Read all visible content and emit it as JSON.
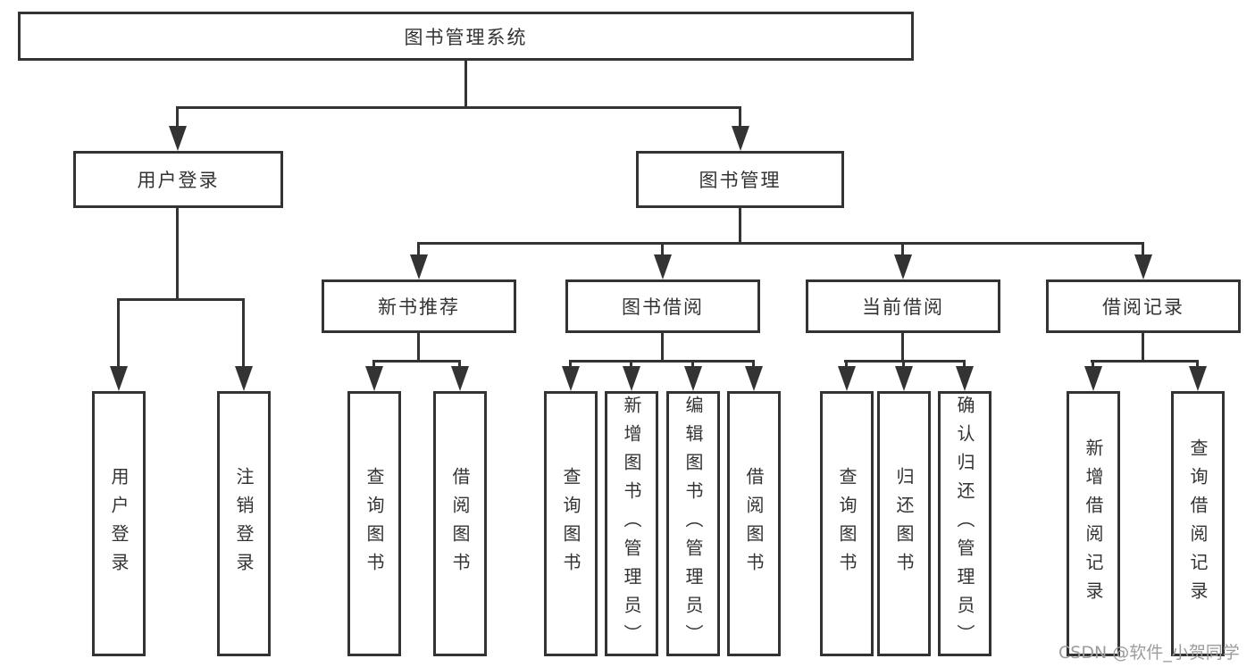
{
  "tree": {
    "label": "图书管理系统",
    "children": [
      {
        "label": "用户登录",
        "children": [
          {
            "label": "用户登录"
          },
          {
            "label": "注销登录"
          }
        ]
      },
      {
        "label": "图书管理",
        "children": [
          {
            "label": "新书推荐",
            "children": [
              {
                "label": "查询图书"
              },
              {
                "label": "借阅图书"
              }
            ]
          },
          {
            "label": "图书借阅",
            "children": [
              {
                "label": "查询图书"
              },
              {
                "label": "新增图书（管理员）"
              },
              {
                "label": "编辑图书（管理员）"
              },
              {
                "label": "借阅图书"
              }
            ]
          },
          {
            "label": "当前借阅",
            "children": [
              {
                "label": "查询图书"
              },
              {
                "label": "归还图书"
              },
              {
                "label": "确认归还（管理员）"
              }
            ]
          },
          {
            "label": "借阅记录",
            "children": [
              {
                "label": "新增借阅记录"
              },
              {
                "label": "查询借阅记录"
              }
            ]
          }
        ]
      }
    ]
  },
  "watermark": "CSDN @软件_小贺同学",
  "colors": {
    "line": "#333333",
    "text": "#333333",
    "watermark": "#9c9c9c",
    "background": "#ffffff"
  }
}
